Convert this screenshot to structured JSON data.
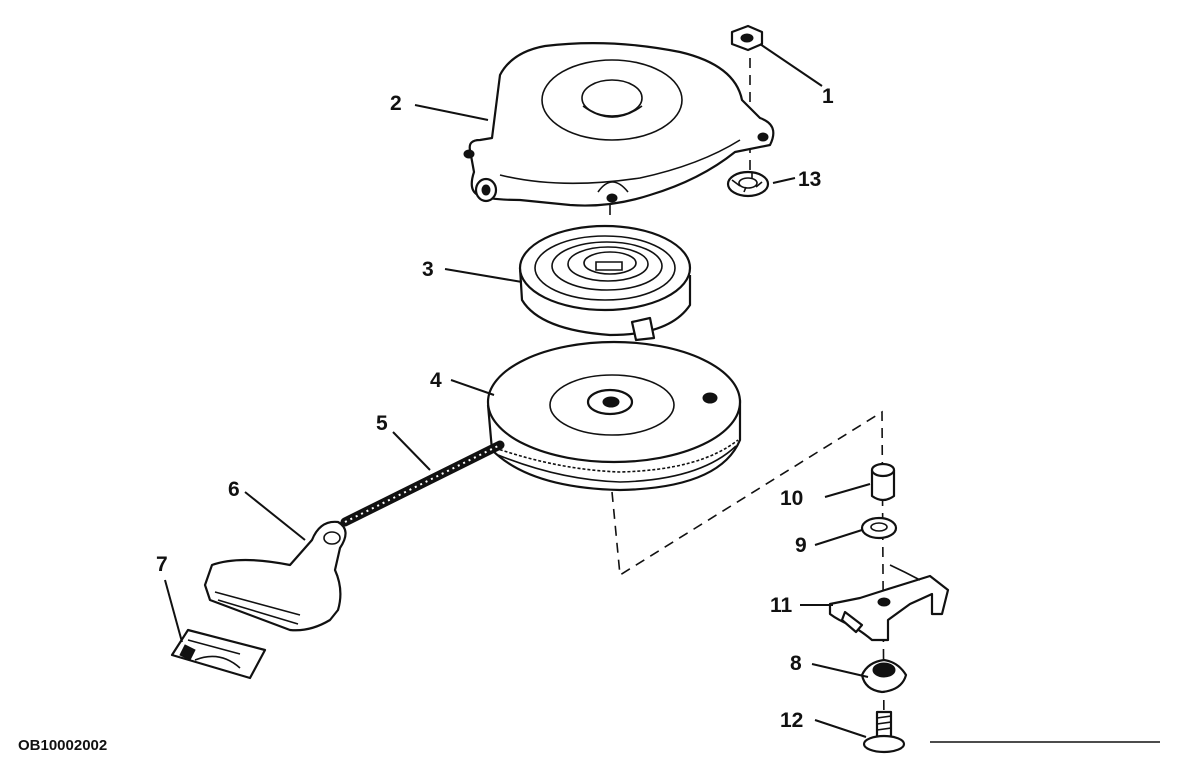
{
  "drawing_code": "OB10002002",
  "callouts": [
    "1",
    "2",
    "3",
    "4",
    "5",
    "6",
    "7",
    "8",
    "9",
    "10",
    "11",
    "12",
    "13"
  ]
}
